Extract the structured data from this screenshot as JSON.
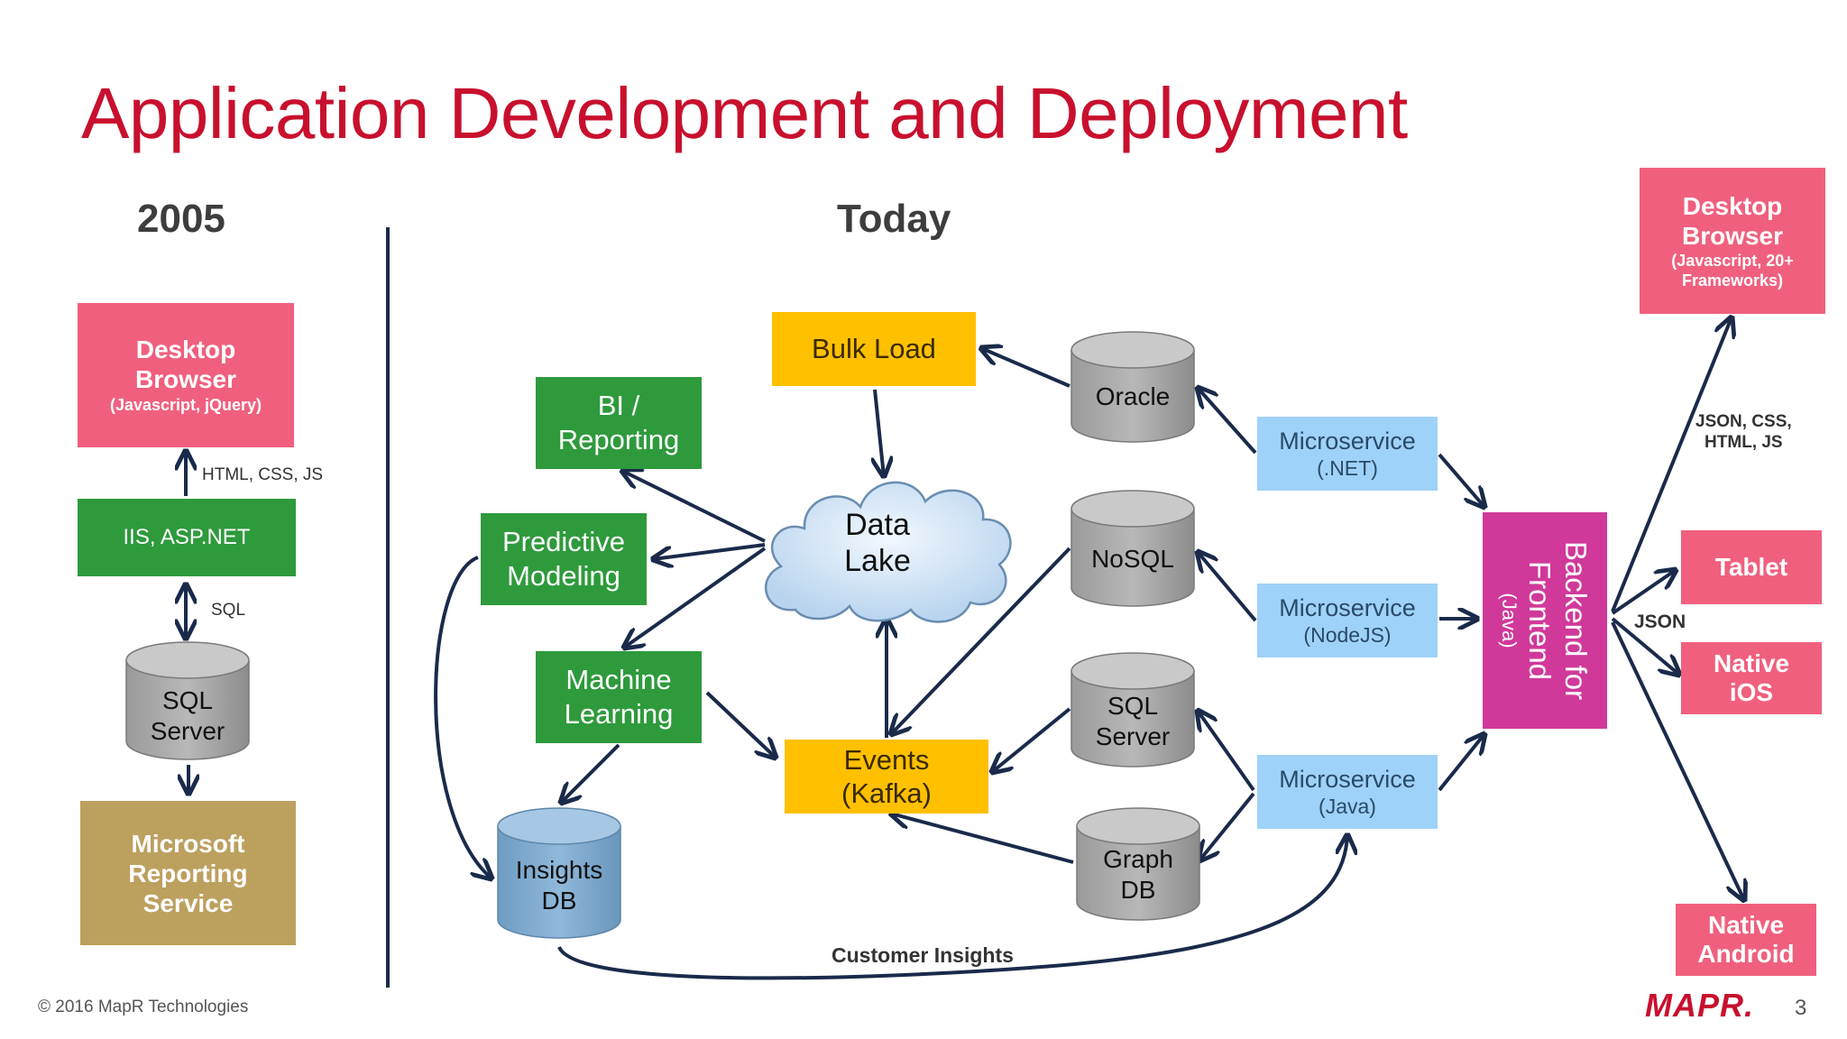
{
  "title": "Application Development and Deployment",
  "era_left": "2005",
  "era_right": "Today",
  "left": {
    "browser": {
      "line1": "Desktop",
      "line2": "Browser",
      "sub": "(Javascript, jQuery)"
    },
    "html_label": "HTML, CSS, JS",
    "iis": "IIS, ASP.NET",
    "sql_label": "SQL",
    "sql_server": {
      "line1": "SQL",
      "line2": "Server"
    },
    "reporting": {
      "line1": "Microsoft",
      "line2": "Reporting",
      "line3": "Service"
    }
  },
  "today": {
    "bulk_load": "Bulk Load",
    "bi": {
      "line1": "BI /",
      "line2": "Reporting"
    },
    "predictive": {
      "line1": "Predictive",
      "line2": "Modeling"
    },
    "ml": {
      "line1": "Machine",
      "line2": "Learning"
    },
    "data_lake": {
      "line1": "Data",
      "line2": "Lake"
    },
    "events": {
      "line1": "Events",
      "line2": "(Kafka)"
    },
    "insights_db": {
      "line1": "Insights",
      "line2": "DB"
    },
    "oracle": "Oracle",
    "nosql": "NoSQL",
    "sql_server": {
      "line1": "SQL",
      "line2": "Server"
    },
    "graph_db": {
      "line1": "Graph",
      "line2": "DB"
    },
    "ms_net": {
      "line1": "Microservice",
      "line2": "(.NET)"
    },
    "ms_node": {
      "line1": "Microservice",
      "line2": "(NodeJS)"
    },
    "ms_java": {
      "line1": "Microservice",
      "line2": "(Java)"
    },
    "bff": {
      "line1": "Backend for",
      "line2": "Frontend",
      "line3": "(Java)"
    },
    "customer_insights": "Customer Insights",
    "json_css_label": {
      "line1": "JSON, CSS,",
      "line2": "HTML, JS"
    },
    "json_label": "JSON",
    "desktop": {
      "line1": "Desktop",
      "line2": "Browser",
      "sub1": "(Javascript, 20+",
      "sub2": "Frameworks)"
    },
    "tablet": "Tablet",
    "ios": {
      "line1": "Native",
      "line2": "iOS"
    },
    "android": {
      "line1": "Native",
      "line2": "Android"
    }
  },
  "footer": {
    "copyright": "© 2016 MapR Technologies",
    "logo": "MAPR.",
    "page": "3"
  },
  "colors": {
    "title": "#c8102e",
    "pink": "#f0607e",
    "green": "#2e9a3c",
    "yellow": "#ffc000",
    "blue": "#9fd2f8",
    "magenta": "#d0399a",
    "gold": "#bca05e",
    "arrow": "#1a2a4a"
  }
}
